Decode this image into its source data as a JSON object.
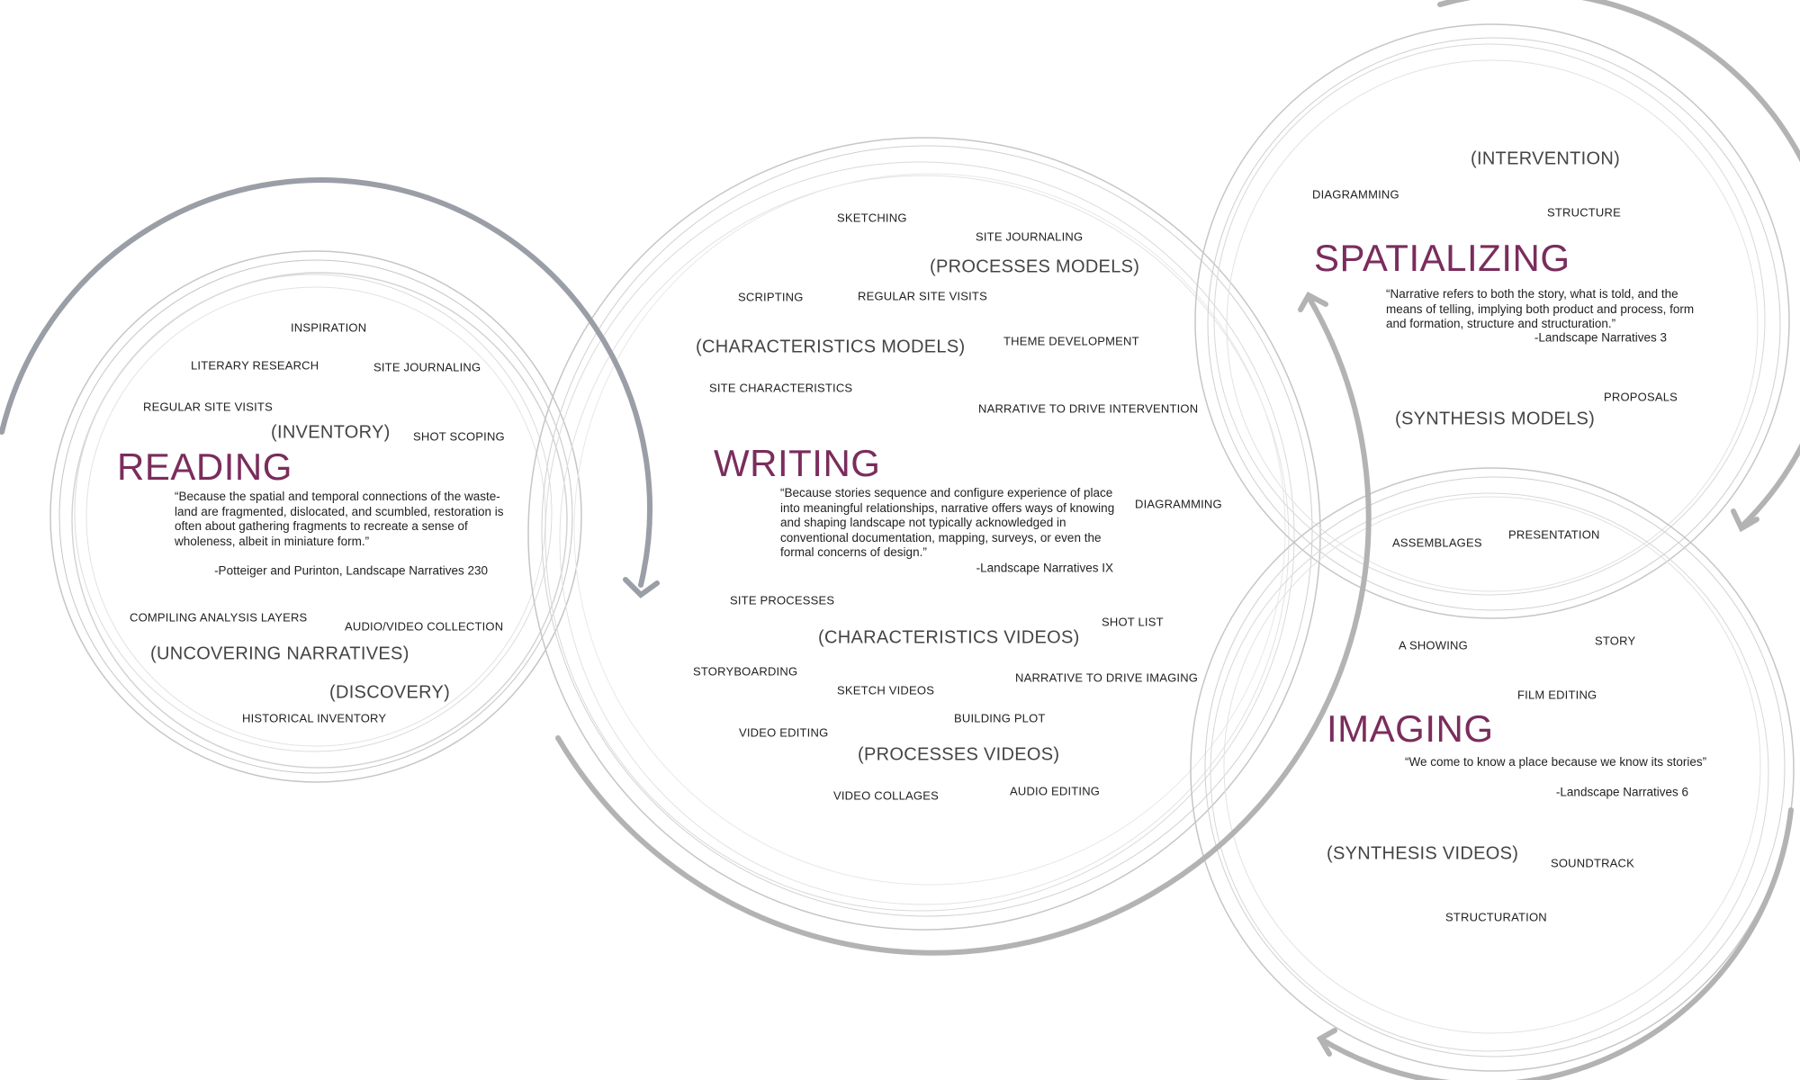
{
  "colors": {
    "title": "#7a2d5c",
    "ring": "#c8c8c8",
    "arrow": "#a6a9b0"
  },
  "reading": {
    "title": "READING",
    "quote": "“Because the spatial and temporal connections of the waste-\nland are fragmented, dislocated, and scumbled, restoration is\noften about gathering fragments to recreate a sense of\nwholeness, albeit in miniature form.”",
    "cite": "-Potteiger and Purinton, Landscape Narratives 230",
    "labels": [
      "INSPIRATION",
      "LITERARY RESEARCH",
      "SITE JOURNALING",
      "REGULAR SITE VISITS",
      "(INVENTORY)",
      "SHOT SCOPING",
      "COMPILING ANALYSIS LAYERS",
      "AUDIO/VIDEO COLLECTION",
      "(UNCOVERING NARRATIVES)",
      "(DISCOVERY)",
      "HISTORICAL INVENTORY"
    ]
  },
  "writing": {
    "title": "WRITING",
    "quote": "“Because stories sequence and configure experience of place\ninto meaningful relationships, narrative offers ways of knowing\nand shaping landscape not typically acknowledged in\nconventional documentation, mapping, surveys, or even the\nformal concerns of design.”",
    "cite": "-Landscape Narratives IX",
    "labels": [
      "SKETCHING",
      "SITE JOURNALING",
      "(PROCESSES MODELS)",
      "SCRIPTING",
      "REGULAR SITE VISITS",
      "(CHARACTERISTICS MODELS)",
      "THEME DEVELOPMENT",
      "SITE CHARACTERISTICS",
      "NARRATIVE TO DRIVE INTERVENTION",
      "DIAGRAMMING",
      "SITE PROCESSES",
      "SHOT LIST",
      "(CHARACTERISTICS VIDEOS)",
      "STORYBOARDING",
      "NARRATIVE TO DRIVE IMAGING",
      "SKETCH VIDEOS",
      "BUILDING PLOT",
      "VIDEO EDITING",
      "(PROCESSES VIDEOS)",
      "AUDIO EDITING",
      "VIDEO COLLAGES"
    ]
  },
  "spatializing": {
    "title": "SPATIALIZING",
    "quote": "“Narrative refers to both the story, what is told, and the\nmeans of telling, implying both product and process, form\nand formation, structure and structuration.”",
    "cite": "-Landscape Narratives 3",
    "labels": [
      "(INTERVENTION)",
      "DIAGRAMMING",
      "STRUCTURE",
      "PROPOSALS",
      "(SYNTHESIS MODELS)"
    ]
  },
  "imaging": {
    "title": "IMAGING",
    "quote": "“We come to know a place because we know its stories”",
    "cite": "-Landscape Narratives 6",
    "labels": [
      "ASSEMBLAGES",
      "PRESENTATION",
      "A SHOWING",
      "STORY",
      "FILM EDITING",
      "(SYNTHESIS VIDEOS)",
      "SOUNDTRACK",
      "STRUCTURATION"
    ]
  }
}
